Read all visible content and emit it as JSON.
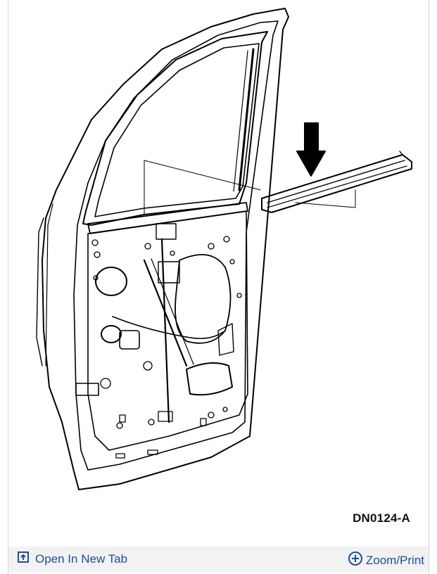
{
  "figure": {
    "code": "DN0124-A"
  },
  "footer": {
    "open_tab_label": "Open In New Tab",
    "open_tab_icon": "open-in-new-tab-icon",
    "zoom_label": "Zoom/Print",
    "zoom_icon": "zoom-plus-icon"
  },
  "colors": {
    "link": "#1f4e99",
    "footer_bg": "#f2f2f2",
    "line": "#000000"
  }
}
